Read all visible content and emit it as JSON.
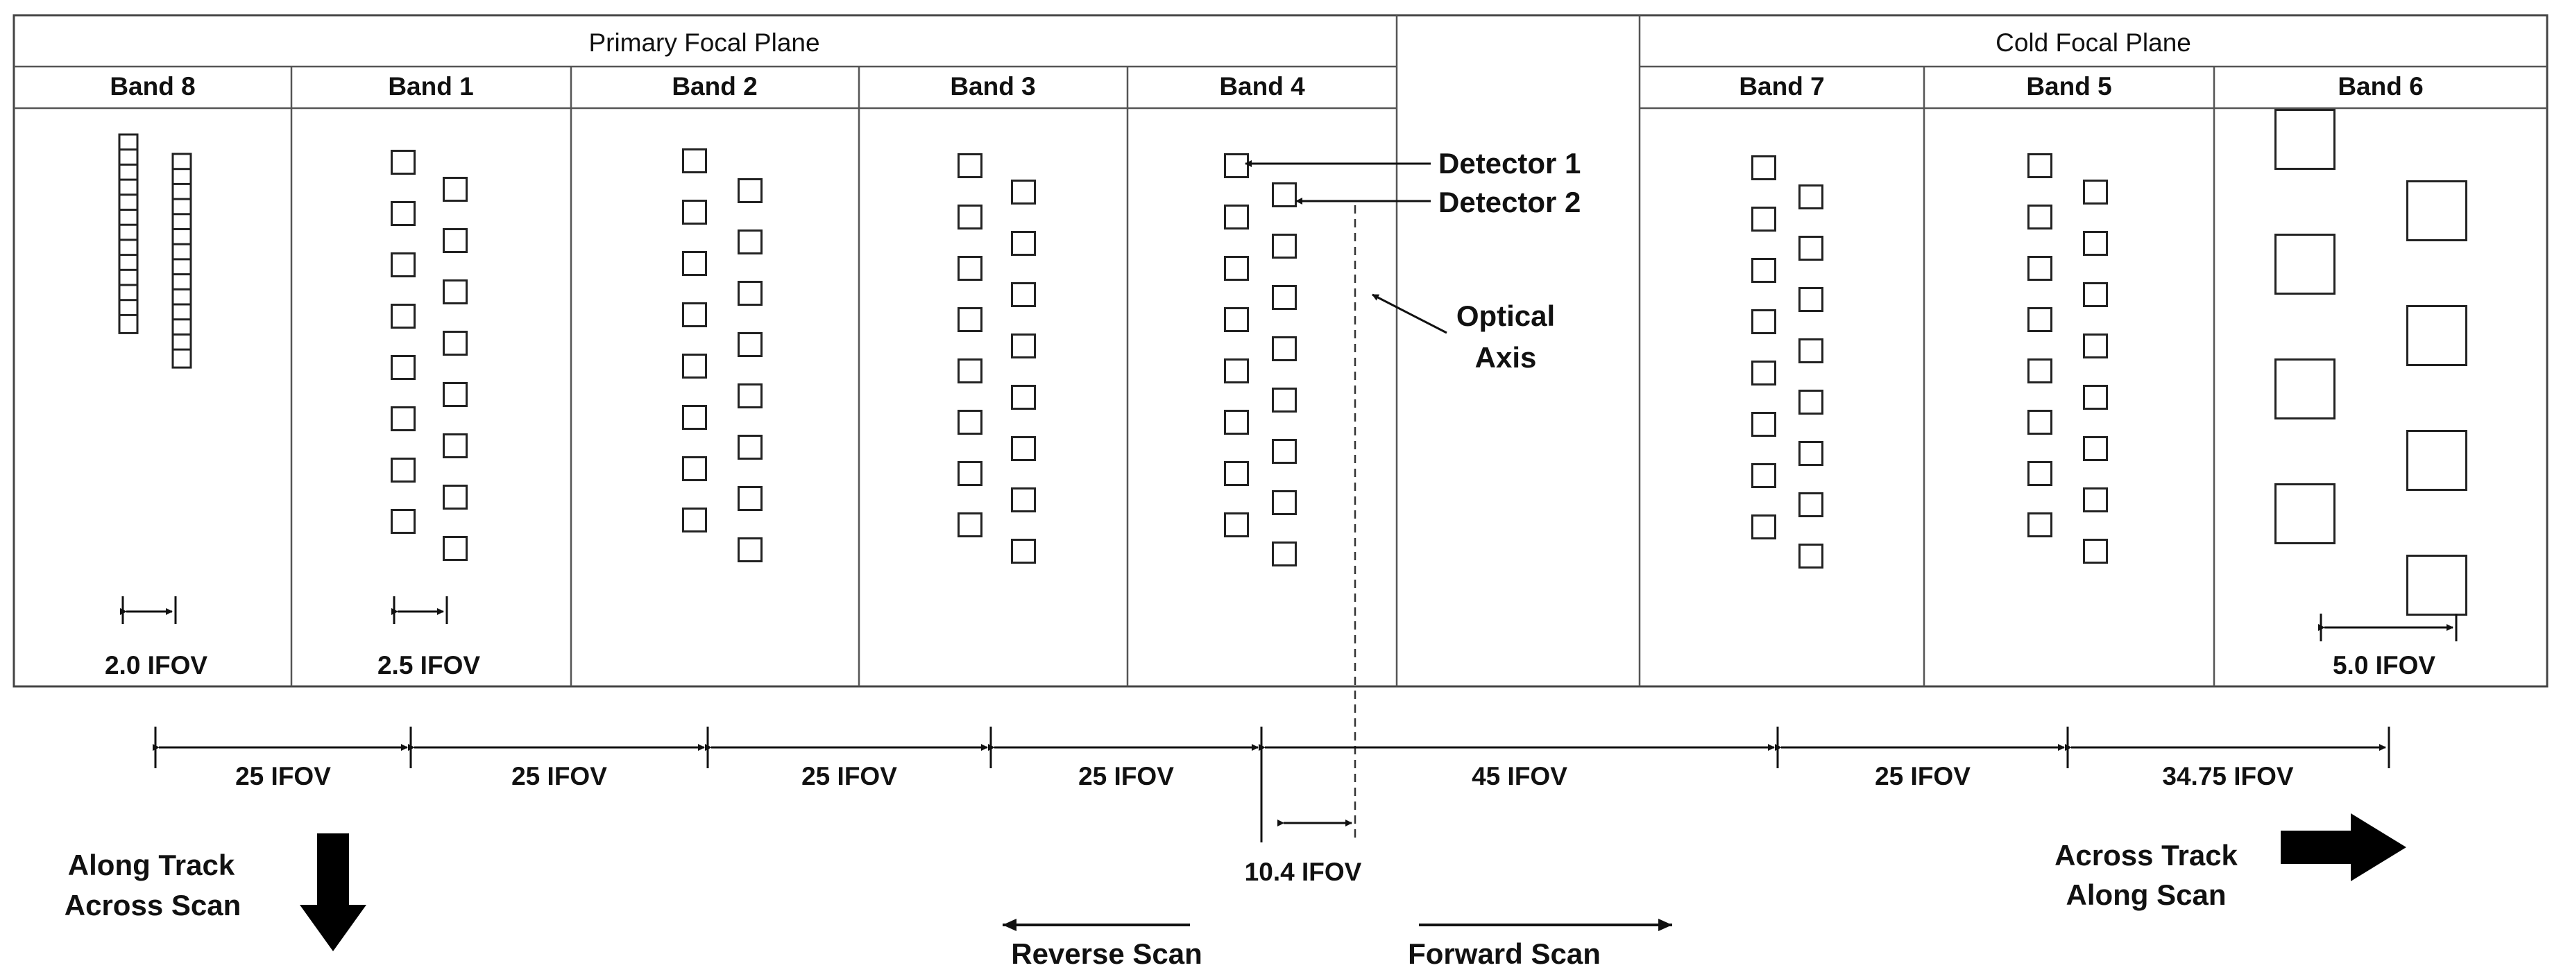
{
  "focal_planes": {
    "primary": "Primary Focal Plane",
    "cold": "Cold Focal Plane"
  },
  "bands": [
    "Band 8",
    "Band 1",
    "Band 2",
    "Band 3",
    "Band 4",
    "Band 7",
    "Band 5",
    "Band 6"
  ],
  "detector_labels": {
    "detector1": "Detector 1",
    "detector2": "Detector 2",
    "optical_axis_line1": "Optical",
    "optical_axis_line2": "Axis"
  },
  "ifov_labels": {
    "band8_spacing": "2.0 IFOV",
    "band1_spacing": "2.5 IFOV",
    "band6_spacing": "5.0 IFOV",
    "gap1": "25 IFOV",
    "gap2": "25 IFOV",
    "gap3": "25 IFOV",
    "gap4": "25 IFOV",
    "gap5": "45 IFOV",
    "gap6": "25 IFOV",
    "gap7": "34.75 IFOV",
    "axis_offset": "10.4 IFOV"
  },
  "scan": {
    "along_track_line1": "Along Track",
    "along_track_line2": "Across Scan",
    "across_track_line1": "Across Track",
    "across_track_line2": "Along Scan",
    "reverse": "Reverse Scan",
    "forward": "Forward Scan"
  }
}
